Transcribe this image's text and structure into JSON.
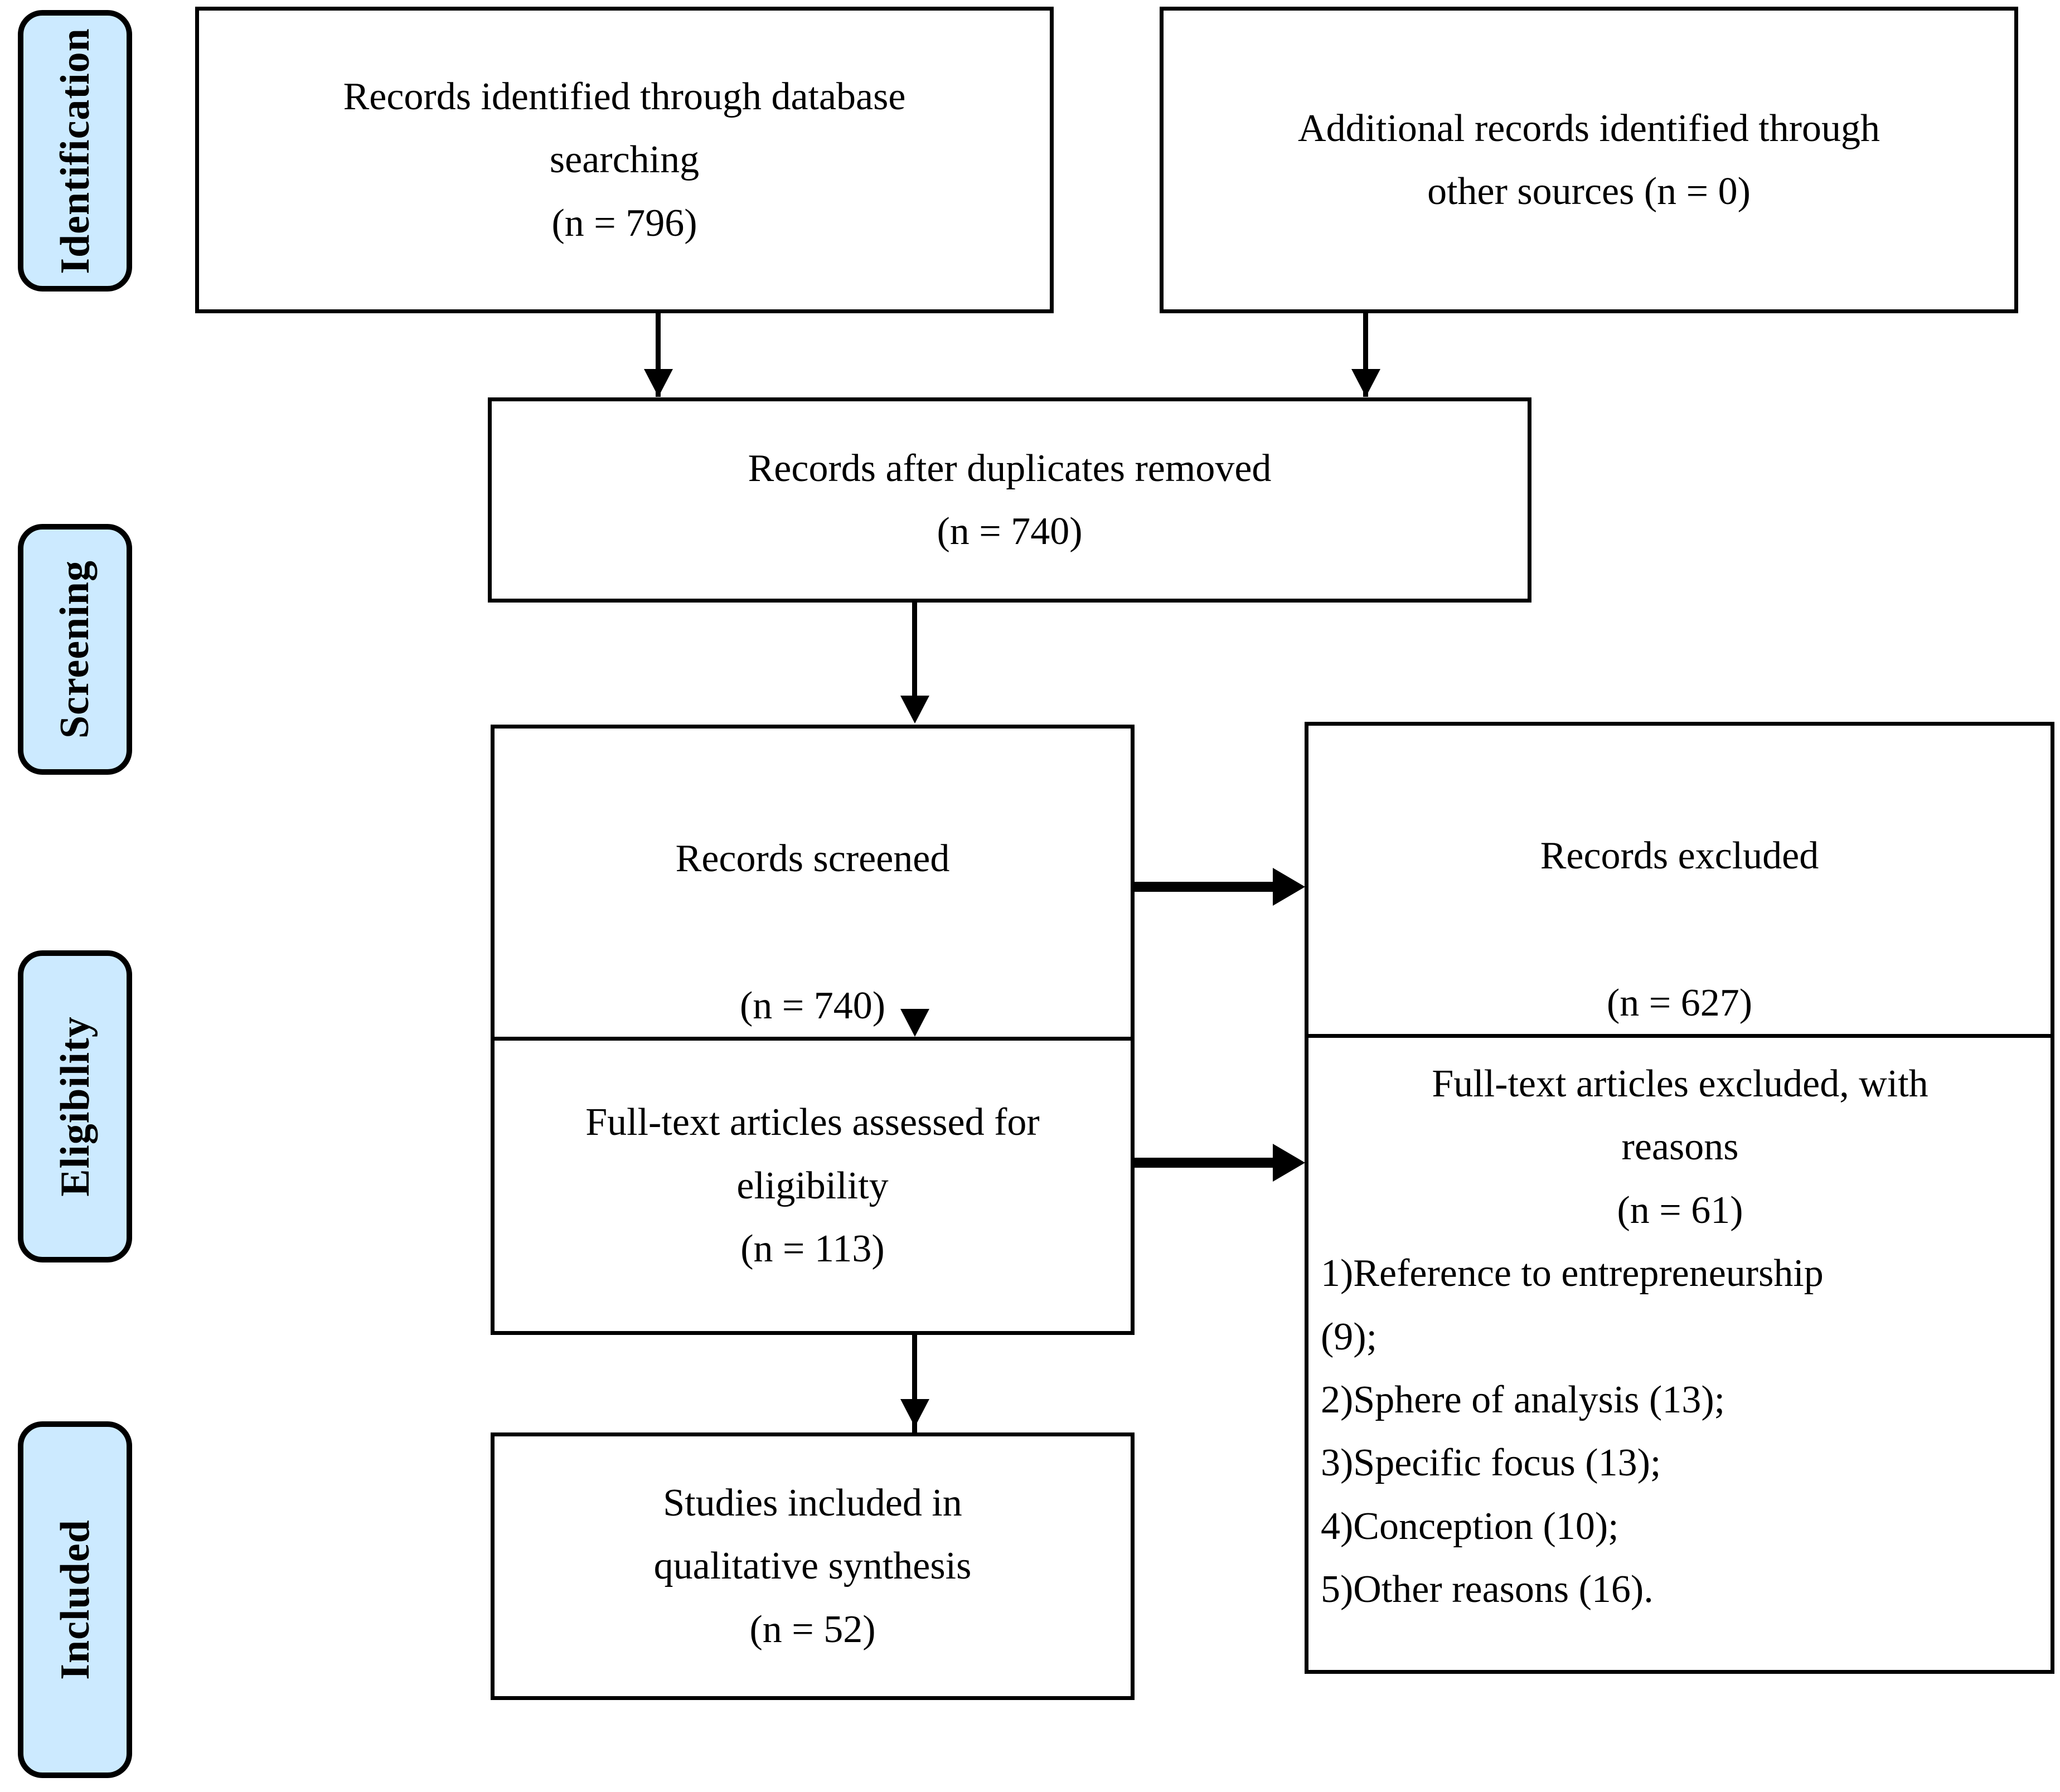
{
  "diagram": {
    "type": "prisma-flow-diagram",
    "accent_color": "#cceaff",
    "border_color": "#000000",
    "background_color": "#ffffff"
  },
  "stages": [
    {
      "label": "Identification"
    },
    {
      "label": "Screening"
    },
    {
      "label": "Eligibility"
    },
    {
      "label": "Included"
    }
  ],
  "boxes": {
    "database_records": {
      "line1": "Records identified through database",
      "line2": "searching",
      "line3": "(n = 796)"
    },
    "other_sources": {
      "line1": "Additional records identified through",
      "line2": "other sources (n = 0)"
    },
    "after_duplicates": {
      "line1": "Records after duplicates removed",
      "line2": "(n = 740)"
    },
    "records_screened": {
      "line1": "Records screened",
      "line2": "(n = 740)"
    },
    "records_excluded": {
      "line1": "Records excluded",
      "line2": "(n = 627)"
    },
    "fulltext_assessed": {
      "line1": "Full-text articles assessed for",
      "line2": "eligibility",
      "line3": "(n = 113)"
    },
    "fulltext_excluded": {
      "line1": "Full-text articles excluded, with",
      "line2": "reasons",
      "line3": "(n = 61)",
      "reasons": [
        "1)Reference to entrepreneurship",
        "(9);",
        "2)Sphere of analysis (13);",
        "3)Specific focus (13);",
        "4)Conception (10);",
        "5)Other reasons (16)."
      ]
    },
    "studies_included": {
      "line1": "Studies included in",
      "line2": "qualitative synthesis",
      "line3": "(n = 52)"
    }
  },
  "chart_data": {
    "type": "diagram",
    "title": "PRISMA flow diagram",
    "nodes": [
      {
        "id": "database_records",
        "stage": "Identification",
        "label": "Records identified through database searching",
        "n": 796
      },
      {
        "id": "other_sources",
        "stage": "Identification",
        "label": "Additional records identified through other sources",
        "n": 0
      },
      {
        "id": "after_duplicates",
        "stage": "Screening",
        "label": "Records after duplicates removed",
        "n": 740
      },
      {
        "id": "records_screened",
        "stage": "Screening",
        "label": "Records screened",
        "n": 740
      },
      {
        "id": "records_excluded",
        "stage": "Screening",
        "label": "Records excluded",
        "n": 627
      },
      {
        "id": "fulltext_assessed",
        "stage": "Eligibility",
        "label": "Full-text articles assessed for eligibility",
        "n": 113
      },
      {
        "id": "fulltext_excluded",
        "stage": "Eligibility",
        "label": "Full-text articles excluded, with reasons",
        "n": 61
      },
      {
        "id": "studies_included",
        "stage": "Included",
        "label": "Studies included in qualitative synthesis",
        "n": 52
      }
    ],
    "edges": [
      {
        "from": "database_records",
        "to": "after_duplicates"
      },
      {
        "from": "other_sources",
        "to": "after_duplicates"
      },
      {
        "from": "after_duplicates",
        "to": "records_screened"
      },
      {
        "from": "records_screened",
        "to": "records_excluded"
      },
      {
        "from": "records_screened",
        "to": "fulltext_assessed"
      },
      {
        "from": "fulltext_assessed",
        "to": "fulltext_excluded"
      },
      {
        "from": "fulltext_assessed",
        "to": "studies_included"
      }
    ],
    "exclusion_reasons": [
      {
        "rank": 1,
        "reason": "Reference to entrepreneurship",
        "count": 9
      },
      {
        "rank": 2,
        "reason": "Sphere of analysis",
        "count": 13
      },
      {
        "rank": 3,
        "reason": "Specific focus",
        "count": 13
      },
      {
        "rank": 4,
        "reason": "Conception",
        "count": 10
      },
      {
        "rank": 5,
        "reason": "Other reasons",
        "count": 16
      }
    ]
  }
}
